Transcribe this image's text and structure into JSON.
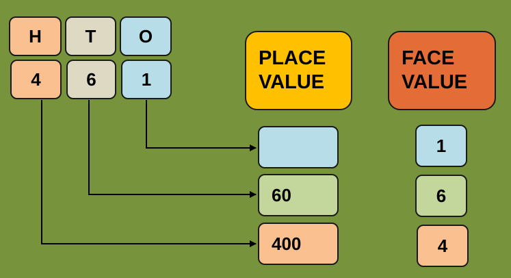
{
  "columns": {
    "hundreds": {
      "label": "H",
      "digit": "4"
    },
    "tens": {
      "label": "T",
      "digit": "6"
    },
    "ones": {
      "label": "O",
      "digit": "1"
    }
  },
  "place_value": {
    "heading_line1": "PLACE",
    "heading_line2": "VALUE",
    "ones_value": "",
    "tens_value": "60",
    "hundreds_value": "400"
  },
  "face_value": {
    "heading_line1": "FACE",
    "heading_line2": "VALUE",
    "ones_value": "1",
    "tens_value": "6",
    "hundreds_value": "4"
  },
  "colors": {
    "background": "#77933c",
    "hundreds": "#fac090",
    "tens_header": "#ddd9c3",
    "tens_value": "#c3d69b",
    "ones": "#b7dee8",
    "place_value_heading": "#ffc000",
    "face_value_heading": "#e46c36"
  }
}
